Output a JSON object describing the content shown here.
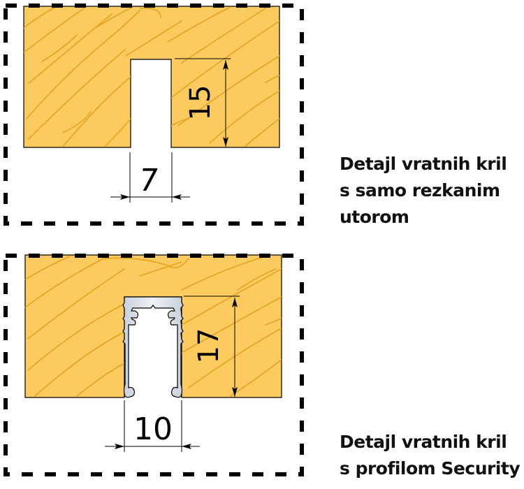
{
  "colors": {
    "wood_fill": "#FBCB60",
    "wood_grain": "#E4A21E",
    "outline": "#000000",
    "profile_fill": "#D8DEE6",
    "border_dash": "#000000"
  },
  "diagram_1": {
    "name": "milled-groove-detail",
    "dimension_width": "7",
    "dimension_depth": "15"
  },
  "diagram_2": {
    "name": "security-profile-detail",
    "dimension_width": "10",
    "dimension_depth": "17"
  },
  "captions": {
    "caption_1": {
      "lines": [
        "Detajl vratnih kril",
        "s samo rezkanim",
        "utorom"
      ]
    },
    "caption_2": {
      "lines": [
        "Detajl vratnih kril",
        "s profilom Security"
      ]
    }
  }
}
